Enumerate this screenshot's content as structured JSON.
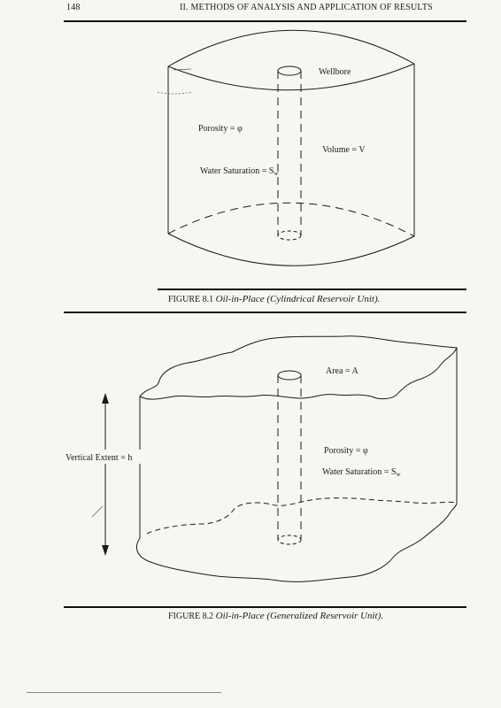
{
  "header": {
    "page_number": "148",
    "running_title": "II. METHODS OF ANALYSIS AND APPLICATION OF RESULTS"
  },
  "figure1": {
    "labels": {
      "wellbore": "Wellbore",
      "porosity": "Porosity = φ",
      "volume": "Volume = V",
      "water_saturation_prefix": "Water Saturation = S",
      "water_saturation_sub": "w"
    },
    "caption": {
      "number": "FIGURE 8.1",
      "title": "Oil-in-Place (Cylindrical Reservoir Unit)."
    }
  },
  "figure2": {
    "labels": {
      "area": "Area = A",
      "vertical_extent": "Vertical Extent = h",
      "porosity": "Porosity = φ",
      "water_saturation_prefix": "Water Saturation = S",
      "water_saturation_sub": "w"
    },
    "caption": {
      "number": "FIGURE 8.2",
      "title": "Oil-in-Place (Generalized Reservoir Unit)."
    }
  }
}
